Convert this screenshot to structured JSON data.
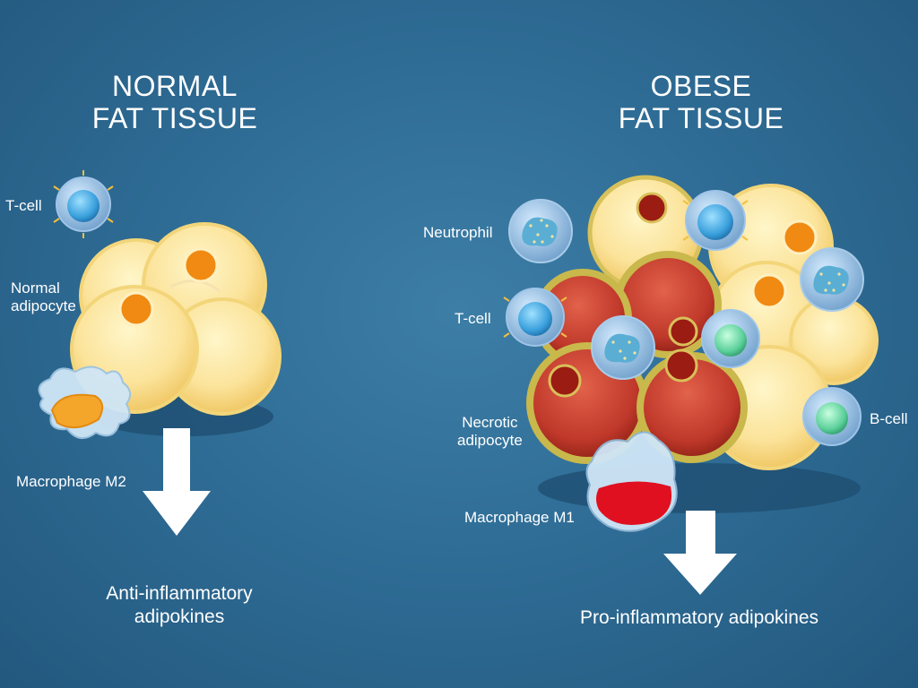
{
  "panels": {
    "normal": {
      "title_line1": "NORMAL",
      "title_line2": "FAT TISSUE",
      "labels": {
        "t_cell": "T-cell",
        "adipocyte_line1": "Normal",
        "adipocyte_line2": "adipocyte",
        "macrophage": "Macrophage M2"
      },
      "output_line1": "Anti-inflammatory",
      "output_line2": "adipokines"
    },
    "obese": {
      "title_line1": "OBESE",
      "title_line2": "FAT TISSUE",
      "labels": {
        "neutrophil": "Neutrophil",
        "t_cell": "T-cell",
        "b_cell": "B-cell",
        "necrotic_line1": "Necrotic",
        "necrotic_line2": "adipocyte",
        "macrophage": "Macrophage M1"
      },
      "output": "Pro-inflammatory adipokines"
    }
  },
  "colors": {
    "background": "#2f6d96",
    "adipocyte_fill": "#fbe39a",
    "adipocyte_nucleus": "#f08a12",
    "necrotic_fill": "#c0392b",
    "necrotic_nucleus": "#9b1c12",
    "macrophage_m2": "#f4a62a",
    "macrophage_m1": "#e01020",
    "t_cell": "#3aa0dc",
    "b_cell": "#5cd09a",
    "neutrophil": "#5aaed4"
  },
  "icons": [
    "adipocyte-icon",
    "necrotic-adipocyte-icon",
    "t-cell-icon",
    "b-cell-icon",
    "neutrophil-icon",
    "macrophage-m1-icon",
    "macrophage-m2-icon",
    "down-arrow-icon"
  ]
}
